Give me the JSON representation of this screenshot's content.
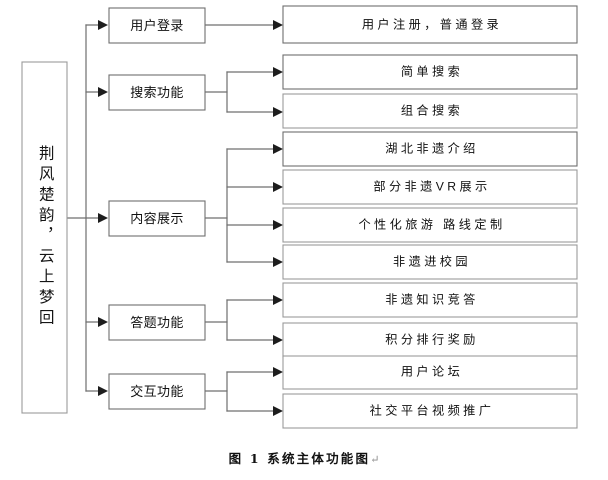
{
  "figure": {
    "caption": "图 1 系统主体功能图",
    "caption_mark": "↵",
    "root": {
      "label": "荆风楚韵，云上梦回"
    },
    "colors": {
      "box_border": "#9a9a9a",
      "connector": "#6f6f6f",
      "arrow": "#1d1d1d",
      "text": "#111111",
      "background": "#ffffff"
    },
    "branches": [
      {
        "label": "用户登录",
        "children": [
          {
            "label": "用户注册，普通登录"
          }
        ]
      },
      {
        "label": "搜索功能",
        "children": [
          {
            "label": "简单搜索"
          },
          {
            "label": "组合搜索"
          }
        ]
      },
      {
        "label": "内容展示",
        "children": [
          {
            "label": "湖北非遗介绍"
          },
          {
            "label": "部分非遗VR展示"
          },
          {
            "label": "个性化旅游 路线定制"
          },
          {
            "label": "非遗进校园"
          }
        ]
      },
      {
        "label": "答题功能",
        "children": [
          {
            "label": "非遗知识竞答"
          },
          {
            "label": "积分排行奖励"
          }
        ]
      },
      {
        "label": "交互功能",
        "children": [
          {
            "label": "用户论坛"
          },
          {
            "label": "社交平台视频推广"
          }
        ]
      }
    ]
  },
  "chart_data": {
    "type": "diagram",
    "diagram_kind": "tree",
    "orientation": "left-to-right",
    "title": "图 1 系统主体功能图",
    "levels": 3,
    "nodes": [
      {
        "id": "root",
        "level": 0,
        "label": "荆风楚韵，云上梦回"
      },
      {
        "id": "b1",
        "level": 1,
        "label": "用户登录"
      },
      {
        "id": "b2",
        "level": 1,
        "label": "搜索功能"
      },
      {
        "id": "b3",
        "level": 1,
        "label": "内容展示"
      },
      {
        "id": "b4",
        "level": 1,
        "label": "答题功能"
      },
      {
        "id": "b5",
        "level": 1,
        "label": "交互功能"
      },
      {
        "id": "l1",
        "level": 2,
        "label": "用户注册，普通登录"
      },
      {
        "id": "l2",
        "level": 2,
        "label": "简单搜索"
      },
      {
        "id": "l3",
        "level": 2,
        "label": "组合搜索"
      },
      {
        "id": "l4",
        "level": 2,
        "label": "湖北非遗介绍"
      },
      {
        "id": "l5",
        "level": 2,
        "label": "部分非遗VR展示"
      },
      {
        "id": "l6",
        "level": 2,
        "label": "个性化旅游 路线定制"
      },
      {
        "id": "l7",
        "level": 2,
        "label": "非遗进校园"
      },
      {
        "id": "l8",
        "level": 2,
        "label": "非遗知识竞答"
      },
      {
        "id": "l9",
        "level": 2,
        "label": "积分排行奖励"
      },
      {
        "id": "l10",
        "level": 2,
        "label": "用户论坛"
      },
      {
        "id": "l11",
        "level": 2,
        "label": "社交平台视频推广"
      }
    ],
    "edges": [
      {
        "from": "root",
        "to": "b1"
      },
      {
        "from": "root",
        "to": "b2"
      },
      {
        "from": "root",
        "to": "b3"
      },
      {
        "from": "root",
        "to": "b4"
      },
      {
        "from": "root",
        "to": "b5"
      },
      {
        "from": "b1",
        "to": "l1"
      },
      {
        "from": "b2",
        "to": "l2"
      },
      {
        "from": "b2",
        "to": "l3"
      },
      {
        "from": "b3",
        "to": "l4"
      },
      {
        "from": "b3",
        "to": "l5"
      },
      {
        "from": "b3",
        "to": "l6"
      },
      {
        "from": "b3",
        "to": "l7"
      },
      {
        "from": "b4",
        "to": "l8"
      },
      {
        "from": "b4",
        "to": "l9"
      },
      {
        "from": "b5",
        "to": "l10"
      },
      {
        "from": "b5",
        "to": "l11"
      }
    ]
  }
}
